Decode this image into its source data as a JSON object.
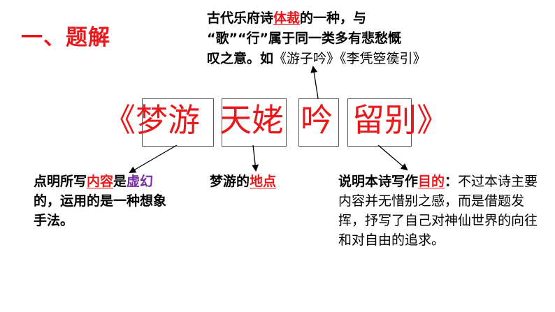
{
  "heading": "一、题解",
  "top_note": {
    "line1_pre": "古代乐府诗",
    "line1_hl": "体裁",
    "line1_post": "的一种，与",
    "line2": "“歌”“行”属于同一类多有悲愁慨",
    "line3_pre": "叹之意。如",
    "line3_ex": "《游子吟》《李凭箜篌引》"
  },
  "title_parts": [
    "《梦游",
    "天姥",
    "吟",
    "留别》"
  ],
  "left_note": {
    "pre": "点明所写",
    "hl1": "内容",
    "mid": "是",
    "hl2": "虚幻",
    "post": "的，运用的是一种想象手法。"
  },
  "mid_note": {
    "pre": "梦游的",
    "hl": "地点"
  },
  "right_note": {
    "pre": "说明本诗写作",
    "hl": "目的",
    "colon": "：",
    "body": "不过本诗主要内容并无惜别之感，而是借题发挥，抒写了自己对神仙世界的向往和对自由的追求。"
  },
  "colors": {
    "red": "#e8191c",
    "purple": "#7b2ea3",
    "box": "#555555",
    "text": "#000000"
  }
}
